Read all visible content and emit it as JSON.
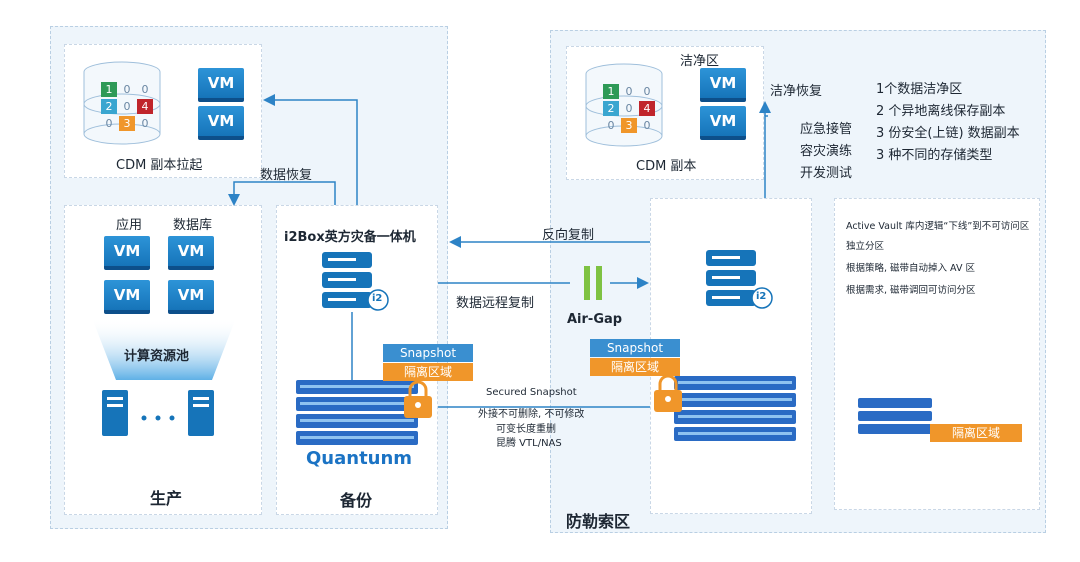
{
  "production": {
    "cdm_pull_label": "CDM 副本拉起",
    "app_label": "应用",
    "db_label": "数据库",
    "compute_pool_label": "计算资源池",
    "title": "生产",
    "data_restore_label": "数据恢复"
  },
  "backup": {
    "appliance_label": "i2Box英方灾备一体机",
    "snapshot_label": "Snapshot",
    "isolation_label": "隔离区域",
    "storage_brand": "Quantunm",
    "title": "备份"
  },
  "middle": {
    "reverse_replication_label": "反向复制",
    "remote_replication_label": "数据远程复制",
    "airgap_label": "Air-Gap",
    "secured_snapshot": {
      "title": "Secured Snapshot",
      "line1": "外接不可删除, 不可修改",
      "line2": "可变长度重删",
      "line3": "昆腾 VTL/NAS"
    }
  },
  "ransomware_zone": {
    "title": "防勒索区",
    "clean_zone_label": "洁净区",
    "cdm_copy_label": "CDM 副本",
    "clean_restore_label": "洁净恢复",
    "uses": [
      "应急接管",
      "容灾演练",
      "开发测试"
    ],
    "features": [
      "1个数据洁净区",
      "2 个异地离线保存副本",
      "3 份安全(上链) 数据副本",
      "3 种不同的存储类型"
    ],
    "snapshot_label": "Snapshot",
    "isolation_label": "隔离区域",
    "active_vault": {
      "line1": "Active Vault 库内逻辑“下线”到不可访问区",
      "line2": "独立分区",
      "line3": "根据策略, 磁带自动掉入 AV 区",
      "line4": "根据需求, 磁带调回可访问分区",
      "isolation_label": "隔离区域"
    }
  },
  "vm_label": "VM",
  "i2_badge": "i2",
  "cdm_grid": [
    "1",
    "0",
    "0",
    "2",
    "0",
    "4",
    "0",
    "3",
    "0"
  ],
  "colors": {
    "blue": "#1674b9",
    "orange": "#f0962a",
    "green": "#2e9a57",
    "red": "#c0252b",
    "cyan": "#3aa6d0"
  }
}
